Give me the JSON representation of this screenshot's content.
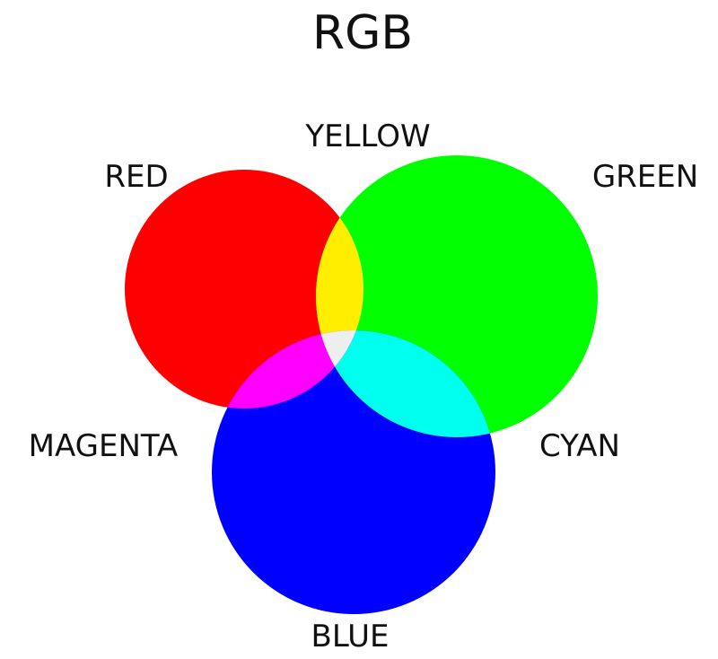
{
  "title": "RGB",
  "circles": [
    {
      "key": "red",
      "label": "RED",
      "color": "#ff0000"
    },
    {
      "key": "green",
      "label": "GREEN",
      "color": "#00ff00"
    },
    {
      "key": "blue",
      "label": "BLUE",
      "color": "#0000ff"
    }
  ],
  "overlaps": [
    {
      "key": "yellow",
      "label": "YELLOW",
      "color": "#ffee00"
    },
    {
      "key": "cyan",
      "label": "CYAN",
      "color": "#00ffee"
    },
    {
      "key": "magenta",
      "label": "MAGENTA",
      "color": "#ff00ff"
    }
  ],
  "center": {
    "color": "#eeeeee"
  },
  "background": "#ffffff"
}
